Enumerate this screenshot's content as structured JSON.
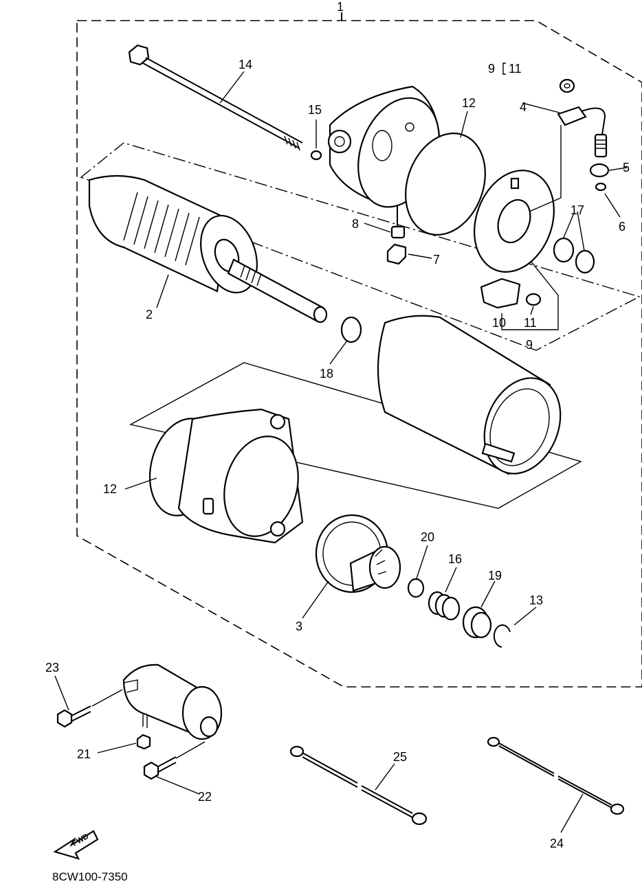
{
  "diagram_code": "8CW100-7350",
  "fwd_label": "FWD",
  "callouts": {
    "c1": "1",
    "c2": "2",
    "c3": "3",
    "c4": "4",
    "c5": "5",
    "c6": "6",
    "c7": "7",
    "c8": "8",
    "c9a": "9",
    "c9b": "9",
    "c10": "10",
    "c11a": "11",
    "c11b": "11",
    "c12a": "12",
    "c12b": "12",
    "c13": "13",
    "c14": "14",
    "c15": "15",
    "c16": "16",
    "c17": "17",
    "c18": "18",
    "c19": "19",
    "c20": "20",
    "c21": "21",
    "c22": "22",
    "c23": "23",
    "c24": "24",
    "c25": "25"
  }
}
